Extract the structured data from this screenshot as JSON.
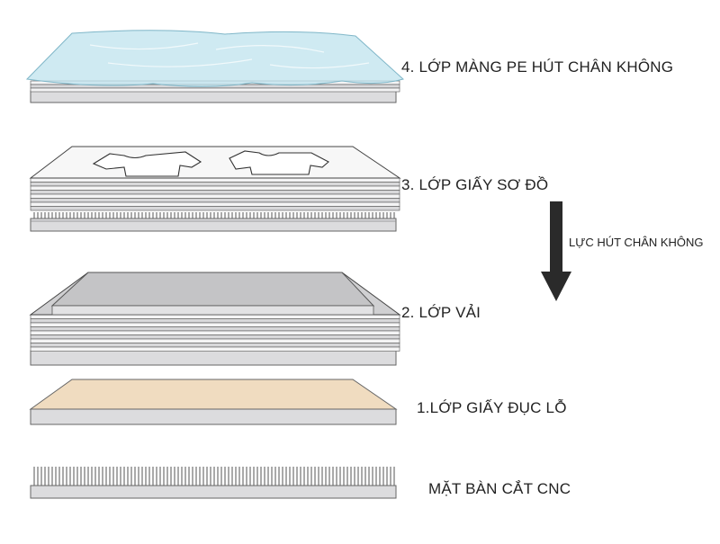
{
  "layers": [
    {
      "id": "vacuum-film",
      "label": "4. LỚP MÀNG PE HÚT CHÂN KHÔNG"
    },
    {
      "id": "marker-paper",
      "label": "3. LỚP GIẤY SƠ ĐỒ"
    },
    {
      "id": "fabric",
      "label": "2. LỚP VẢI"
    },
    {
      "id": "perforated-paper",
      "label": "1.LỚP GIẤY ĐỤC LỖ"
    },
    {
      "id": "cnc-table",
      "label": "MẶT BÀN CẮT CNC"
    }
  ],
  "arrow": {
    "label": "LỰC HÚT CHÂN KHÔNG",
    "icon": "down-arrow-icon"
  },
  "colors": {
    "film": "#bfe3ee",
    "fabric_top": "#c4c4c6",
    "perforated_paper": "#f0dcc0",
    "base_plate": "#dcdcde",
    "bristles": "#555555",
    "arrow": "#2a2a2a"
  }
}
